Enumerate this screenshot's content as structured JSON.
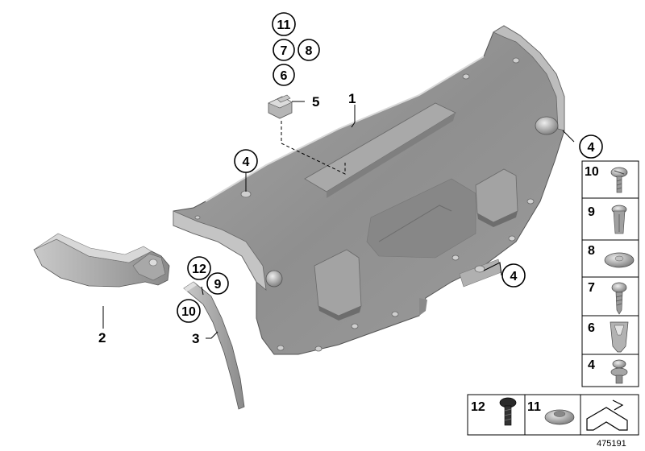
{
  "diagram": {
    "ref_number": "475191",
    "main_labels": {
      "l1": "1",
      "l2": "2",
      "l3": "3",
      "l4a": "4",
      "l4b": "4",
      "l4c": "4",
      "l5": "5"
    },
    "circled_labels": {
      "c11_top": "11",
      "c7_top": "7",
      "c8_top": "8",
      "c6_top": "6",
      "c12_strip": "12",
      "c9_strip": "9",
      "c10_strip": "10"
    },
    "legend": {
      "rows": [
        "10",
        "9",
        "8",
        "7",
        "6",
        "4"
      ],
      "bottom": [
        "12",
        "11"
      ]
    },
    "colors": {
      "panel_fill": "#8e8e8e",
      "panel_light": "#b4b4b4",
      "line": "#000000"
    }
  }
}
